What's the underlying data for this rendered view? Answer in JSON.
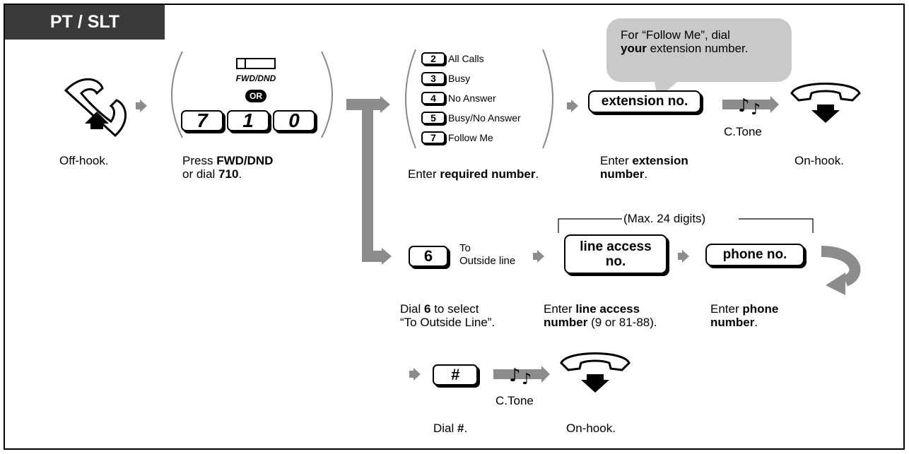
{
  "header": {
    "tab_title": "PT / SLT"
  },
  "steps": {
    "off_hook": "Off-hook.",
    "press_fwd_prefix": "Press ",
    "press_fwd_bold": "FWD/DND",
    "or_dial_prefix": "or dial ",
    "or_dial_bold": "710",
    "or_dial_suffix": ".",
    "enter_required_prefix": "Enter ",
    "enter_required_bold": "required number",
    "enter_required_suffix": ".",
    "enter_ext_prefix": "Enter ",
    "enter_ext_bold1": "extension",
    "enter_ext_bold2": "number",
    "enter_ext_suffix": ".",
    "on_hook_1": "On-hook.",
    "dial6_prefix": "Dial ",
    "dial6_bold": "6",
    "dial6_suffix": " to select",
    "dial6_line2": "“To Outside Line”.",
    "enter_line_prefix": "Enter ",
    "enter_line_bold1": "line access",
    "enter_line_bold2": "number",
    "enter_line_suffix": " (9 or 81-88).",
    "enter_phone_prefix": "Enter ",
    "enter_phone_bold1": "phone",
    "enter_phone_bold2": "number",
    "enter_phone_suffix": ".",
    "dial_hash_prefix": "Dial ",
    "dial_hash_bold": "#",
    "dial_hash_suffix": ".",
    "on_hook_2": "On-hook."
  },
  "fwd_button": {
    "label": "FWD/DND",
    "or": "OR"
  },
  "keys_710": [
    "7",
    "1",
    "0"
  ],
  "options": [
    {
      "key": "2",
      "label": "All Calls"
    },
    {
      "key": "3",
      "label": "Busy"
    },
    {
      "key": "4",
      "label": "No Answer"
    },
    {
      "key": "5",
      "label": "Busy/No Answer"
    },
    {
      "key": "7",
      "label": "Follow Me"
    }
  ],
  "bubble": {
    "line1": "For “Follow Me”, dial",
    "line2_bold": "your",
    "line2_rest": " extension number."
  },
  "boxes": {
    "extension": "extension no.",
    "line_access_1": "line access",
    "line_access_2": "no.",
    "phone": "phone no.",
    "hash": "#"
  },
  "key6": {
    "key": "6",
    "label_1": "To",
    "label_2": "Outside line"
  },
  "max_digits": "(Max. 24 digits)",
  "ctone": [
    "C.Tone",
    "C.Tone"
  ],
  "icons": [
    "handset-offhook-icon",
    "handset-onhook-icon",
    "confirmation-tone-icon",
    "flow-arrow-icon",
    "redial-curve-icon"
  ],
  "colors": {
    "tab_bg": "#3a3a3a",
    "arrow": "#8c8c8c",
    "bubble": "#c9c9c9"
  }
}
